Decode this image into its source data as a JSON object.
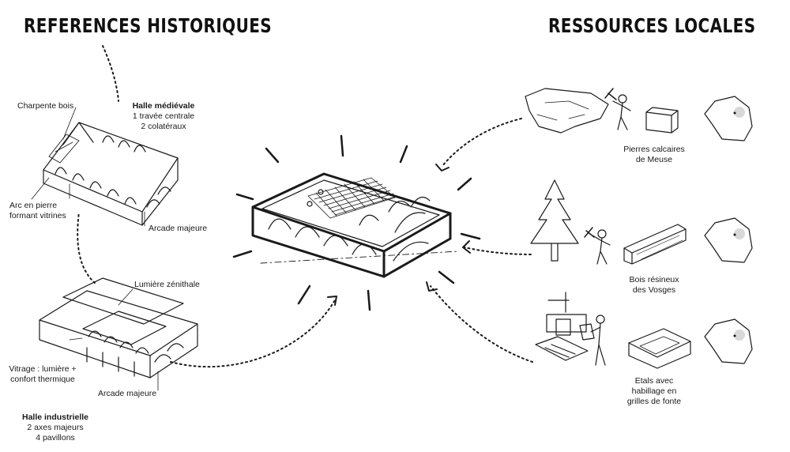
{
  "headings": {
    "historical": "REFERENCES HISTORIQUES",
    "local": "RESSOURCES LOCALES"
  },
  "medieval": {
    "title": "Halle médiévale",
    "lines": [
      "1 travée centrale",
      "2 colatéraux"
    ],
    "labels": {
      "timber_frame": "Charpente bois",
      "stone_arch": [
        "Arc en pierre",
        "formant vitrines"
      ],
      "arcade": "Arcade majeure"
    }
  },
  "industrial": {
    "title": "Halle industrielle",
    "lines": [
      "2 axes majeurs",
      "4 pavillons"
    ],
    "labels": {
      "skylight": "Lumière zénithale",
      "glazing": [
        "Vitrage : lumière +",
        "confort thermique"
      ],
      "arcade": "Arcade majeure"
    }
  },
  "resources": {
    "stone": [
      "Pierres calcaires",
      "de Meuse"
    ],
    "wood": [
      "Bois résineux",
      "des Vosges"
    ],
    "iron": [
      "Etals avec",
      "habillage en",
      "grilles de fonte"
    ]
  },
  "icons": {
    "france_map": "france-map-icon",
    "worker": "worker-icon",
    "rock": "limestone-rock-icon",
    "stone_block": "stone-block-icon",
    "tree": "fir-tree-icon",
    "timber": "timber-beam-icon",
    "foundry": "foundry-icon",
    "stall": "market-stall-icon"
  }
}
